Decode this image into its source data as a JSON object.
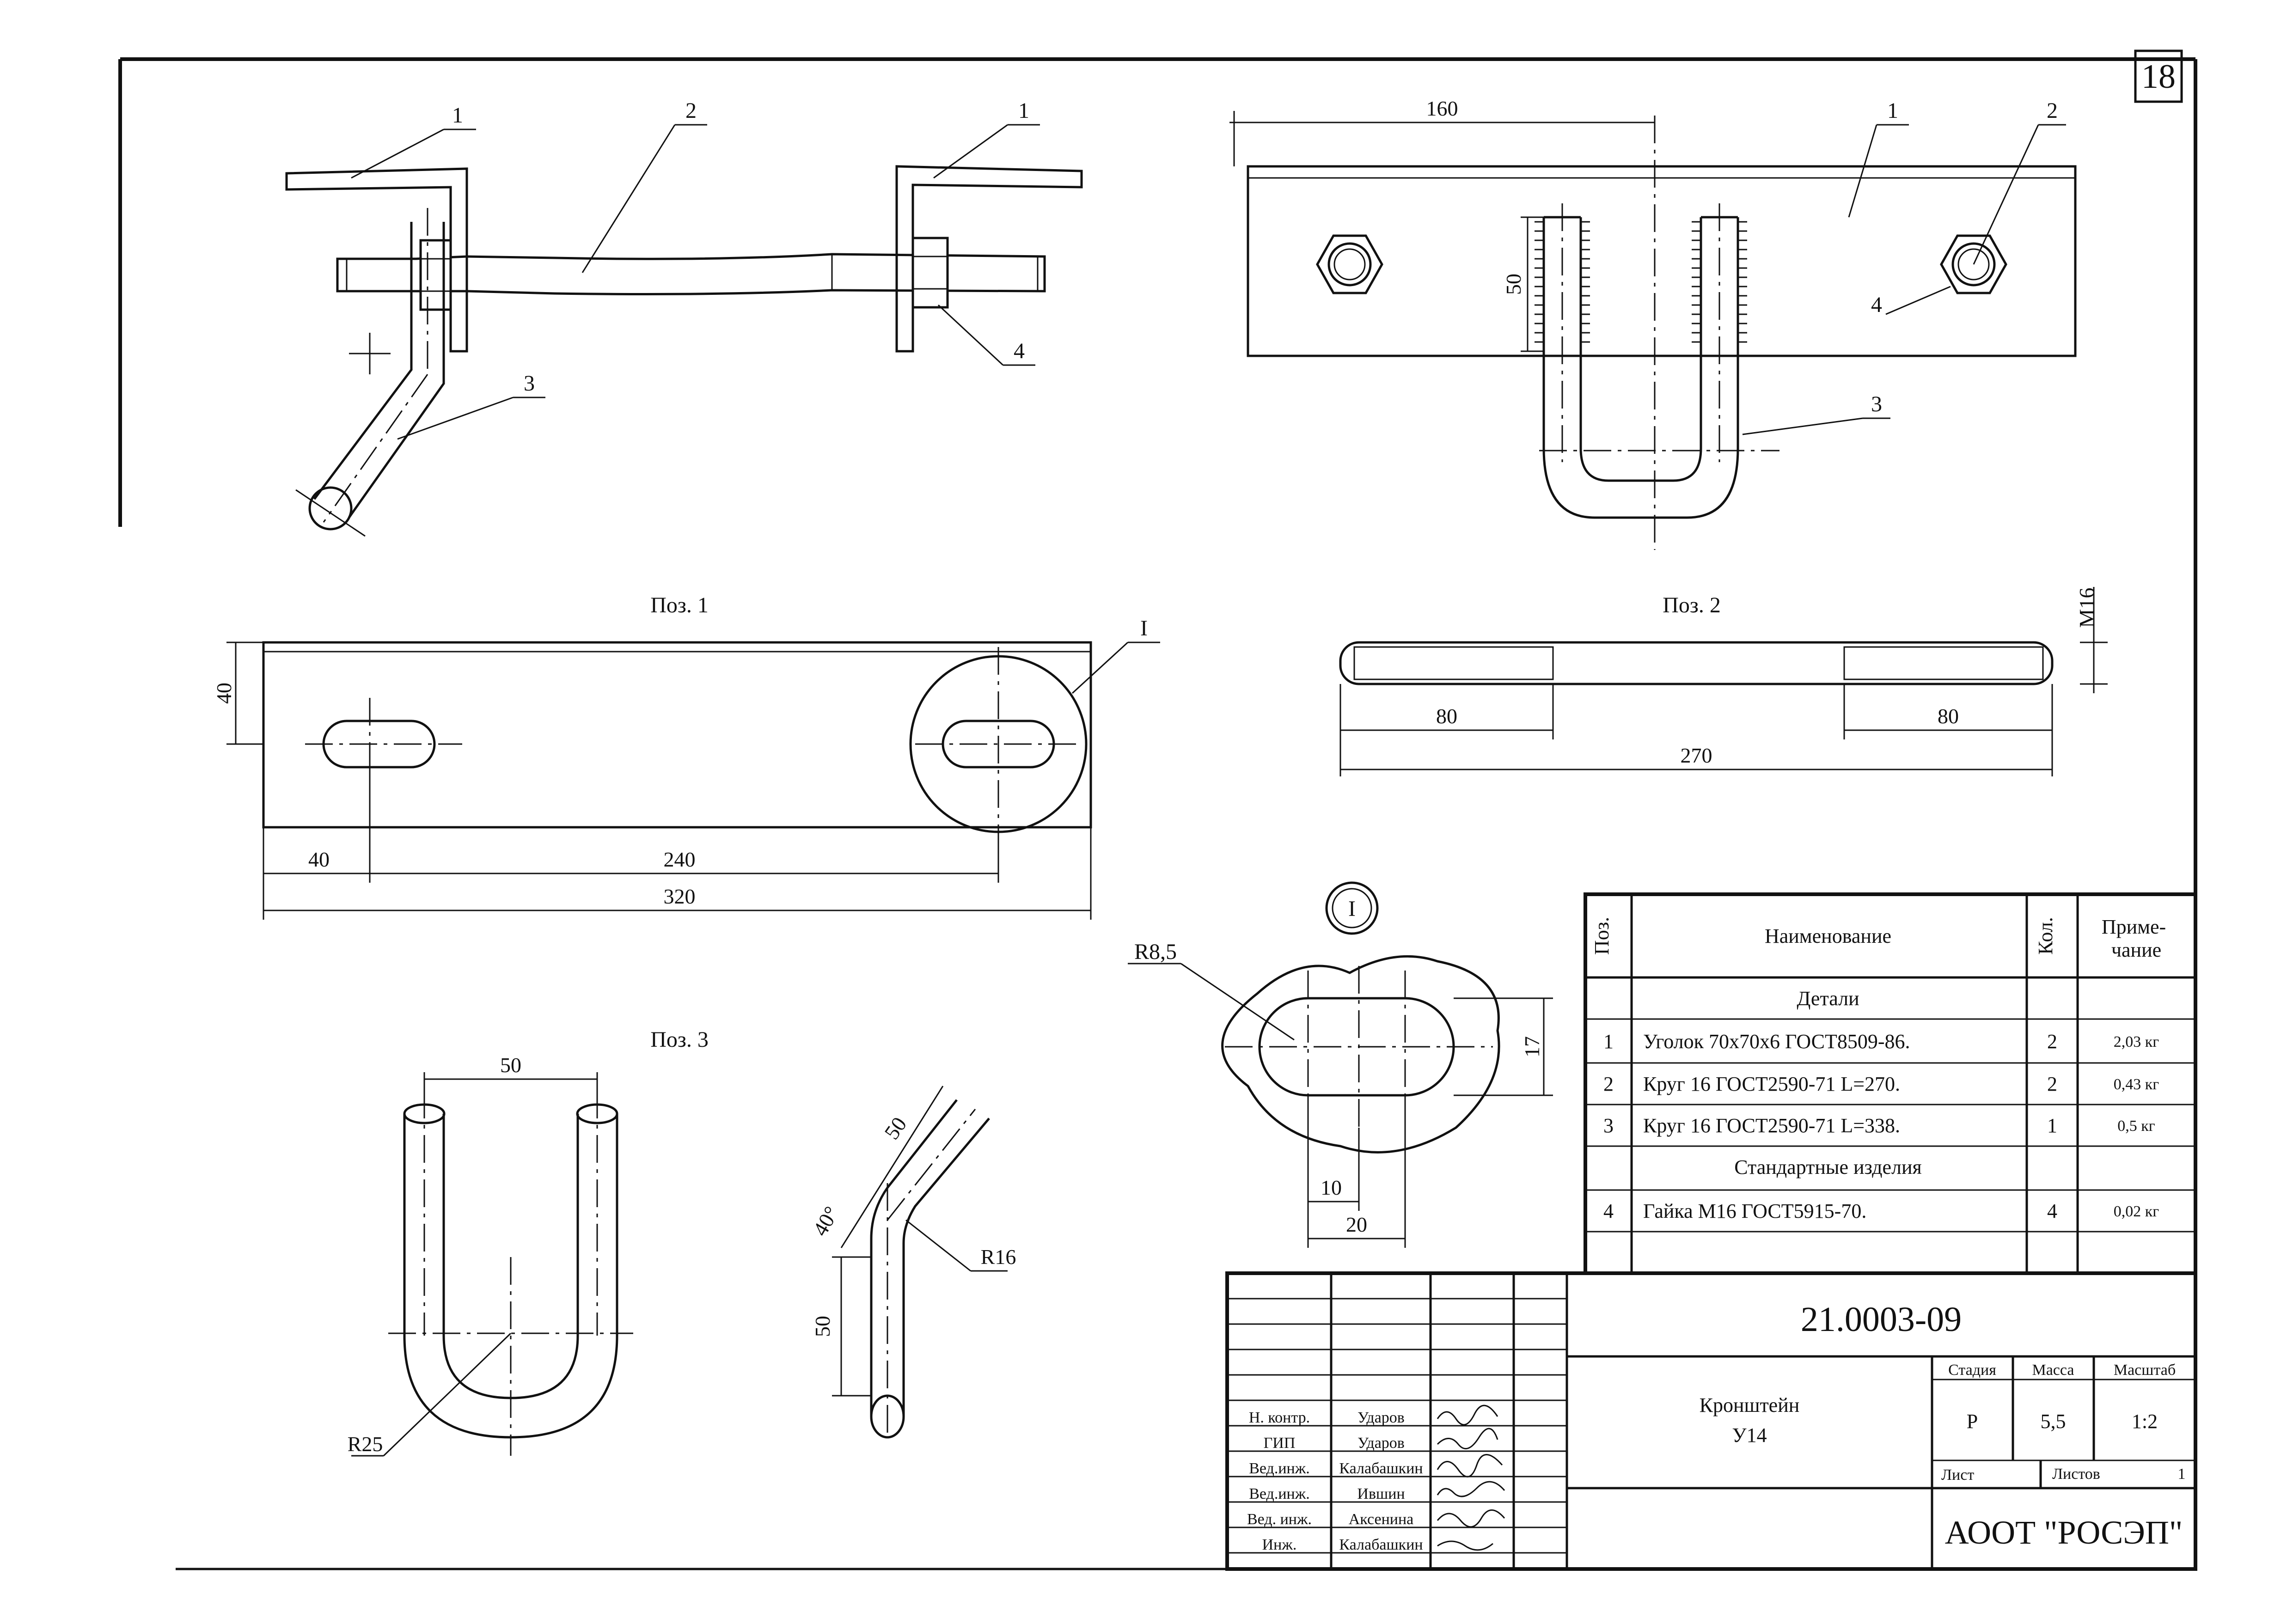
{
  "sheet_number": "18",
  "views": {
    "pos1_title": "Поз. 1",
    "pos2_title": "Поз. 2",
    "pos3_title": "Поз. 3",
    "detail_mark": "I",
    "callouts": {
      "c1": "1",
      "c2": "2",
      "c3": "3",
      "c4": "4"
    }
  },
  "dimensions": {
    "top_160": "160",
    "top_50": "50",
    "pos1_40h": "40",
    "pos1_40": "40",
    "pos1_240": "240",
    "pos1_320": "320",
    "pos1_detail": "I",
    "pos2_m16": "M16",
    "pos2_80a": "80",
    "pos2_80b": "80",
    "pos2_270": "270",
    "detail_r85": "R8,5",
    "detail_17": "17",
    "detail_10": "10",
    "detail_20": "20",
    "pos3_50": "50",
    "pos3_r25": "R25",
    "pos3_side_50a": "50",
    "pos3_side_40": "40°",
    "pos3_side_50b": "50",
    "pos3_r16": "R16"
  },
  "spec": {
    "headers": {
      "pos": "Поз.",
      "name": "Наименование",
      "qty": "Кол.",
      "note": "Приме-\nчание"
    },
    "section_details": "Детали",
    "section_standard": "Стандартные изделия",
    "rows": [
      {
        "pos": "1",
        "name": "Уголок 70х70х6 ГОСТ8509-86.",
        "qty": "2",
        "note": "2,03 кг"
      },
      {
        "pos": "2",
        "name": "Круг 16 ГОСТ2590-71 L=270.",
        "qty": "2",
        "note": "0,43 кг"
      },
      {
        "pos": "3",
        "name": "Круг 16 ГОСТ2590-71 L=338.",
        "qty": "1",
        "note": "0,5 кг"
      },
      {
        "pos": "4",
        "name": "Гайка М16 ГОСТ5915-70.",
        "qty": "4",
        "note": "0,02 кг"
      }
    ]
  },
  "title_block": {
    "doc_number": "21.0003-09",
    "item_name_1": "Кронштейн",
    "item_name_2": "У14",
    "stage_label": "Стадия",
    "mass_label": "Масса",
    "scale_label": "Масштаб",
    "stage": "Р",
    "mass": "5,5",
    "scale": "1:2",
    "sheet_label": "Лист",
    "sheets_label": "Листов",
    "sheets": "1",
    "org": "АООТ \"РОСЭП\"",
    "signatures": [
      {
        "role": "Н. контр.",
        "name": "Ударов"
      },
      {
        "role": "ГИП",
        "name": "Ударов"
      },
      {
        "role": "Вед.инж.",
        "name": "Калабашкин"
      },
      {
        "role": "Вед.инж.",
        "name": "Ившин"
      },
      {
        "role": "Вед. инж.",
        "name": "Аксенина"
      },
      {
        "role": "Инж.",
        "name": "Калабашкин"
      }
    ]
  }
}
